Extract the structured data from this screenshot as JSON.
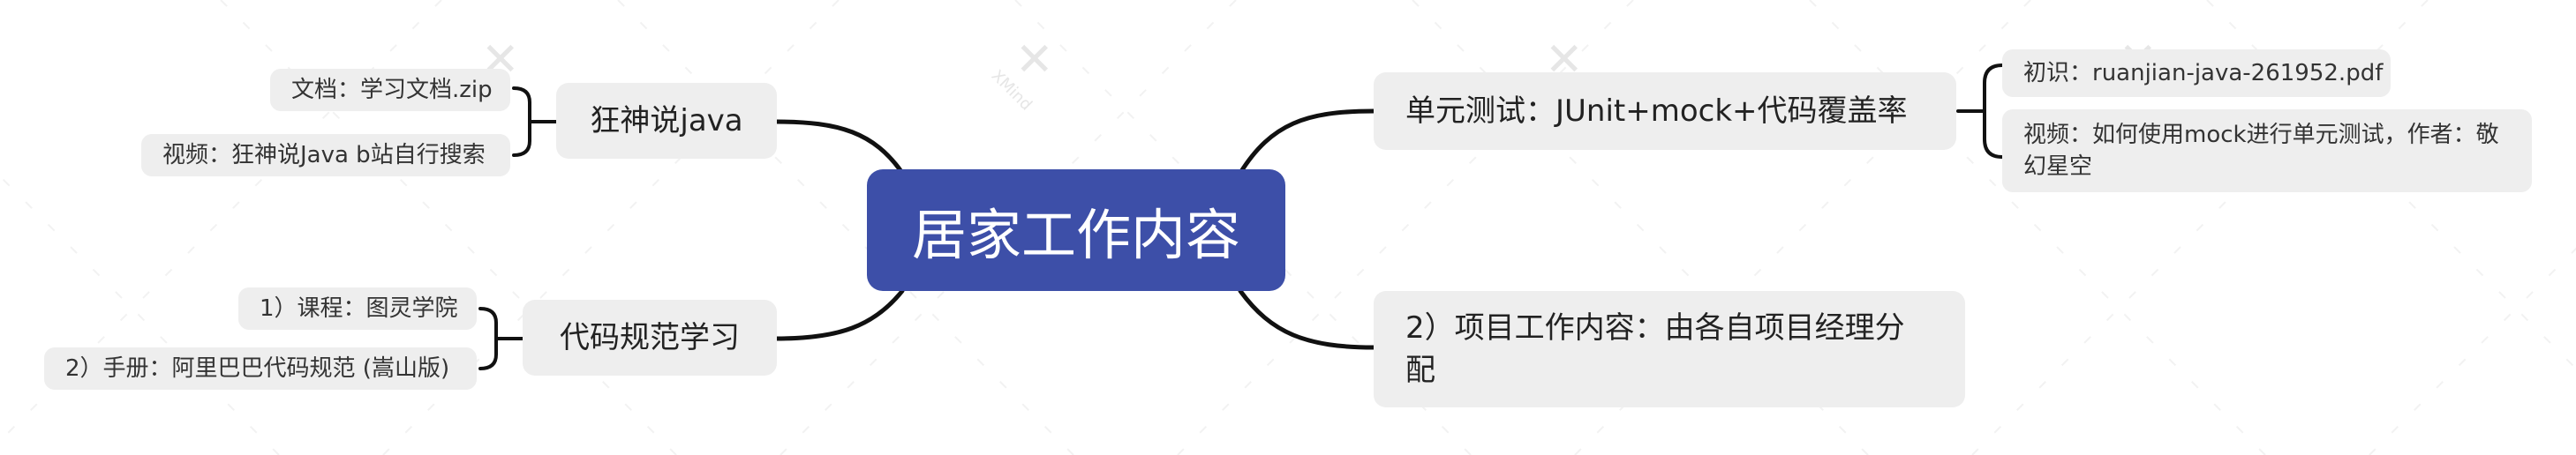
{
  "mindmap": {
    "central": "居家工作内容",
    "topics": {
      "unit_test": {
        "label": "单元测试：JUnit+mock+代码覆盖率",
        "children": [
          "初识：ruanjian-java-261952.pdf",
          "视频：如何使用mock进行单元测试，作者：敬幻星空"
        ]
      },
      "project_work": {
        "label": "2）项目工作内容：由各自项目经理分配"
      },
      "kuangshen": {
        "label": "狂神说java",
        "children": [
          "文档：学习文档.zip",
          "视频：狂神说Java b站自行搜索"
        ]
      },
      "code_style": {
        "label": "代码规范学习",
        "children": [
          "1）课程：图灵学院",
          "2）手册：阿里巴巴代码规范 (嵩山版)"
        ]
      }
    }
  },
  "colors": {
    "central_fill": "#3d4fa8",
    "node_fill": "#eeeeee",
    "connector": "#111111",
    "watermark": "#e6e6e6"
  }
}
